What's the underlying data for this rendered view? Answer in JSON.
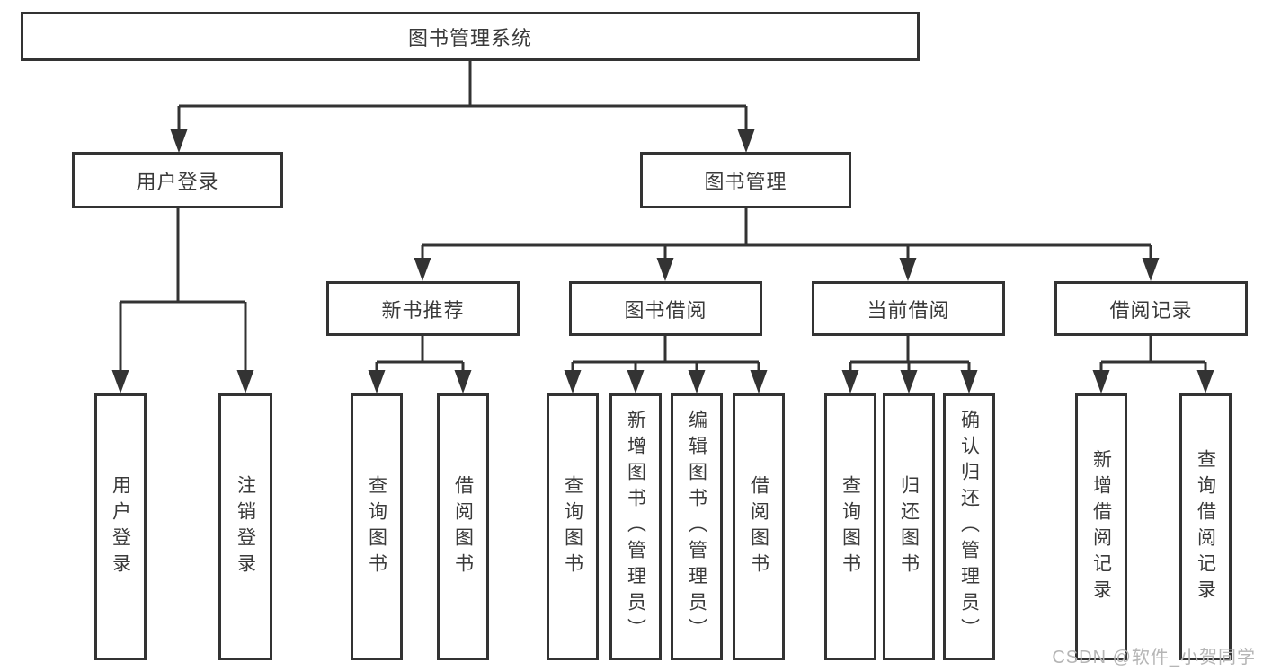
{
  "diagram": {
    "root": {
      "label": "图书管理系统"
    },
    "branches": [
      {
        "label": "用户登录",
        "children": [
          {
            "label": "用户登录"
          },
          {
            "label": "注销登录"
          }
        ]
      },
      {
        "label": "图书管理",
        "children": [
          {
            "label": "新书推荐",
            "children": [
              {
                "label": "查询图书"
              },
              {
                "label": "借阅图书"
              }
            ]
          },
          {
            "label": "图书借阅",
            "children": [
              {
                "label": "查询图书"
              },
              {
                "label": "新增图书（管理员）"
              },
              {
                "label": "编辑图书（管理员）"
              },
              {
                "label": "借阅图书"
              }
            ]
          },
          {
            "label": "当前借阅",
            "children": [
              {
                "label": "查询图书"
              },
              {
                "label": "归还图书"
              },
              {
                "label": "确认归还（管理员）"
              }
            ]
          },
          {
            "label": "借阅记录",
            "children": [
              {
                "label": "新增借阅记录"
              },
              {
                "label": "查询借阅记录"
              }
            ]
          }
        ]
      }
    ]
  },
  "colors": {
    "line": "#333333",
    "box_border": "#333333",
    "text": "#3a3a3a",
    "watermark": "#b5b5b5",
    "background": "#ffffff"
  },
  "watermark": "CSDN @软件_小贺同学"
}
